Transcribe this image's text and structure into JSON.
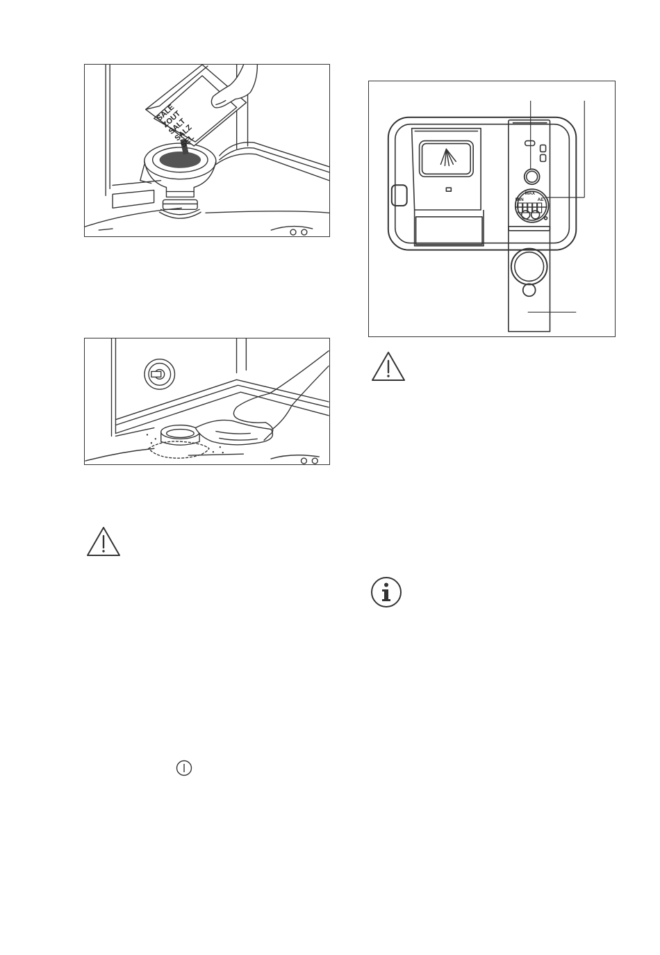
{
  "salt_figure": {
    "box_labels": [
      "SALE",
      "ZOUT",
      "SALT",
      "SALZ",
      "SEL"
    ]
  },
  "panel_figure": {
    "indicator_max": "MAX",
    "indicator_scale": "MIN",
    "indicator_right": "AE"
  },
  "icons": {
    "warning_1": "warning-triangle-icon",
    "warning_2": "warning-triangle-icon",
    "info": "info-icon",
    "power": "power-icon"
  }
}
